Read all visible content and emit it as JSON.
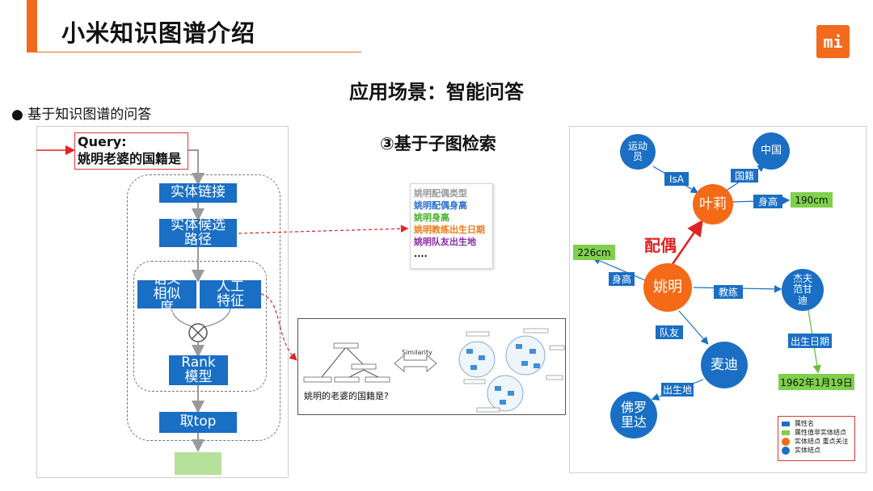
{
  "header": {
    "title": "小米知识图谱介绍",
    "logo_text": "mi"
  },
  "slide": {
    "scene_title": "应用场景：智能问答",
    "bullet": "基于知识图谱的问答",
    "subtitle": "③基于子图检索"
  },
  "pipeline": {
    "query_label": "Query:",
    "query_text": "姚明老婆的国籍是",
    "entity_link": "实体链接",
    "candidate_paths": "实体候选路径",
    "semantic_similarity": "语义相似度",
    "manual_features": "人工特征",
    "rank_model": "Rank模型",
    "take_top": "取top",
    "op_symbol": "⊗"
  },
  "candidates": {
    "items": [
      {
        "text": "姚明配偶类型",
        "color": "#9a9a9a"
      },
      {
        "text": "姚明配偶身高",
        "color": "#2a6fd0"
      },
      {
        "text": "姚明身高",
        "color": "#45b02a"
      },
      {
        "text": "姚明教练出生日期",
        "color": "#f07a1a"
      },
      {
        "text": "姚明队友出生地",
        "color": "#8a2aa8"
      },
      {
        "text": "....",
        "color": "#111111"
      }
    ]
  },
  "similarity_panel": {
    "similarity_label": "Similarity",
    "question_text": "姚明的老婆的国籍是?"
  },
  "graph": {
    "nodes": {
      "yaoming": "姚明",
      "yeli": "叶莉",
      "yundongyuan": "运动员",
      "zhongguo": "中国",
      "jiefu": "杰夫范甘迪",
      "maidi": "麦迪",
      "foluolida": "佛罗里达"
    },
    "relations": {
      "isa": "IsA",
      "guoji": "国籍",
      "shengao1": "身高",
      "shengao2": "身高",
      "jiaolian": "教练",
      "duiyou": "队友",
      "chushengdi": "出生地",
      "chushengriqi": "出生日期"
    },
    "values": {
      "h190": "190cm",
      "h226": "226cm",
      "date": "1962年1月19日"
    },
    "spouse_label": "配偶",
    "legend": [
      {
        "label": "属性名",
        "color": "#1a6fc4"
      },
      {
        "label": "属性值非实体结点",
        "color": "#7fd04a"
      },
      {
        "label": "实体结点 重点关注",
        "color": "#f56a16"
      },
      {
        "label": "实体结点",
        "color": "#1a6fc4"
      }
    ]
  }
}
